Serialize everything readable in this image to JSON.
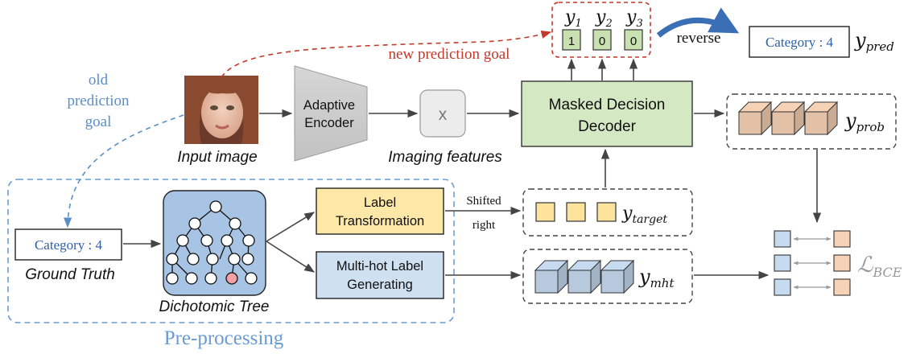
{
  "diagram": {
    "input": {
      "label": "Input image",
      "icon": "face-photo-icon"
    },
    "encoder": {
      "line1": "Adaptive",
      "line2": "Encoder"
    },
    "features": {
      "symbol": "x",
      "label": "Imaging features"
    },
    "decoder": {
      "line1": "Masked Decision",
      "line2": "Decoder"
    },
    "outputs": {
      "y1": "y",
      "y1_sub": "1",
      "y2": "y",
      "y2_sub": "2",
      "y3": "y",
      "y3_sub": "3",
      "bits": [
        "1",
        "0",
        "0"
      ]
    },
    "goals": {
      "new_goal": "new prediction goal",
      "old_line1": "old",
      "old_line2": "prediction",
      "old_line3": "goal"
    },
    "reverse": {
      "label": "reverse"
    },
    "prediction": {
      "category_text": "Category : 4",
      "y": "y",
      "y_sub": "pred"
    },
    "probabilities": {
      "y": "y",
      "y_sub": "prob"
    },
    "target": {
      "y": "y",
      "y_sub": "target",
      "shift_line1": "Shifted",
      "shift_line2": "right"
    },
    "ground_truth": {
      "category_text": "Category : 4",
      "label": "Ground Truth"
    },
    "tree": {
      "label": "Dichotomic Tree"
    },
    "label_transformation": {
      "line1": "Label",
      "line2": "Transformation"
    },
    "multi_hot": {
      "line1": "Multi-hot Label",
      "line2": "Generating",
      "y": "y",
      "y_sub": "mht"
    },
    "loss": {
      "symbol": "ℒ",
      "sub": "BCE"
    },
    "preprocessing": {
      "label": "Pre-processing"
    },
    "colors": {
      "decoder_fill": "#d5e8c4",
      "bit_fill": "#c9e0b0",
      "label_trans_fill": "#fde8a8",
      "multi_hot_fill": "#cfe0f1",
      "tree_fill": "#a8c4e4",
      "target_square": "#fde39c",
      "cube_orange": "#f6d2b6",
      "cube_blue": "#c6daf0",
      "red_dashed": "#c0392b",
      "blue_dashed": "#5a8fc6",
      "reverse_arrow": "#3b6fb5",
      "preprocessing_text": "#6a9cd1",
      "highlight_node": "#f4a0a6"
    }
  }
}
